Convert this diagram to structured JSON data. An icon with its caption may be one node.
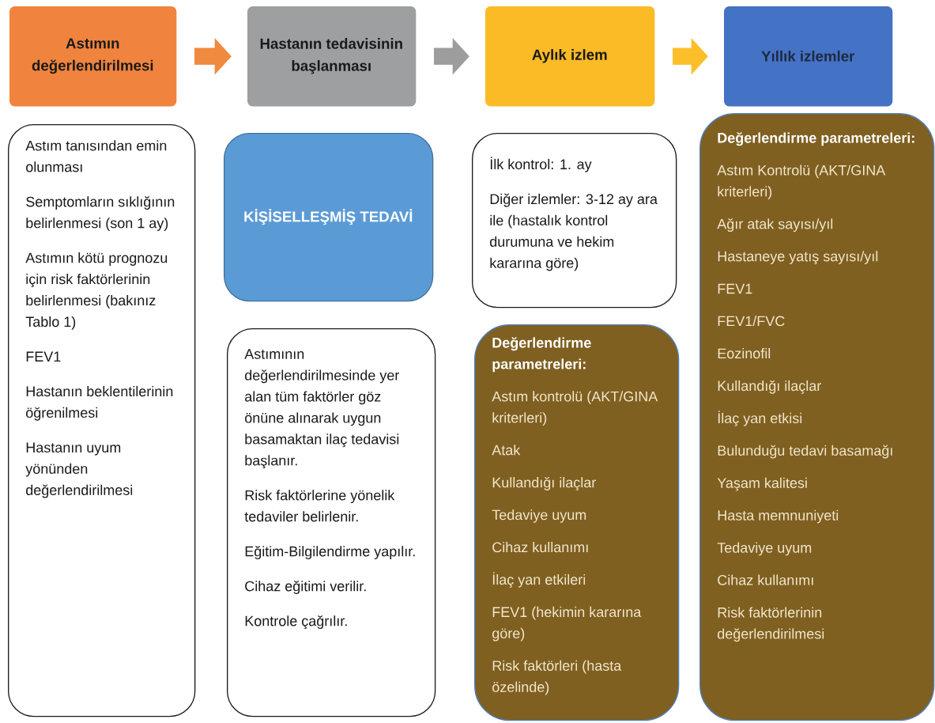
{
  "diagram": {
    "nodes": [
      {
        "text": [
          "Astımın değerlendirilmesi"
        ]
      },
      {
        "text": [
          "Hastanın tedavisinin başlanması"
        ]
      },
      {
        "text": [
          "Aylık izlem"
        ]
      },
      {
        "text": [
          "Yıllık izlemler"
        ]
      },
      {
        "text": [
          "Astım tanısından emin olunması",
          "Semptomların sıklığının belirlenmesi (son 1 ay)",
          "Astımın kötü prognozu için risk faktörlerinin belirlenmesi (bakınız Tablo 1)",
          "FEV1",
          "Hastanın beklentilerinin öğrenilmesi",
          "Hastanın uyum yönünden değerlendirilmesi"
        ]
      },
      {
        "text": [
          "KİŞİSELLEŞMİŞ TEDAVİ"
        ]
      },
      {
        "text": [
          "Astımının değerlendirilmesinde yer alan tüm faktörler göz önüne alınarak uygun basamaktan ilaç tedavisi başlanır.",
          "Risk faktörlerine yönelik tedaviler belirlenir.",
          "Eğitim-Bilgilendirme yapılır.",
          "Cihaz eğitimi verilir.",
          "Kontrole çağrılır."
        ]
      },
      {
        "text": [
          "İlk kontrol: 1. ay",
          "Diğer izlemler: 3-12 ay ara ile (hastalık kontrol durumuna ve hekim kararına göre)"
        ]
      },
      {
        "text": [
          "Değerlendirme parametreleri:",
          "Astım kontrolü (AKT/GINA kriterleri)",
          "Atak",
          "Kullandığı ilaçlar",
          "Tedaviye uyum",
          "Cihaz kullanımı",
          "İlaç yan etkileri",
          "FEV1 (hekimin kararına göre)",
          "Risk faktörleri (hasta özelinde)"
        ]
      },
      {
        "text": [
          "Değerlendirme parametreleri:",
          "Astım Kontrolü (AKT/GINA kriterleri)",
          "Ağır atak sayısı/yıl",
          "Hastaneye yatış sayısı/yıl",
          "FEV1",
          "FEV1/FVC",
          "Eozinofil",
          "Kullandığı ilaçlar",
          "İlaç yan etkisi",
          "Bulunduğu tedavi basamağı",
          "Yaşam kalitesi",
          "Hasta memnuniyeti",
          "Tedaviye uyum",
          "Cihaz kullanımı",
          "Risk faktörlerinin değerlendirilmesi"
        ]
      }
    ],
    "edges": [
      {
        "from": 0,
        "to": 1,
        "arrow": "to",
        "color": "#f08a3e"
      },
      {
        "from": 1,
        "to": 2,
        "arrow": "to",
        "color": "#9d9d9d"
      },
      {
        "from": 2,
        "to": 3,
        "arrow": "to",
        "color": "#fbbf2a"
      }
    ]
  }
}
